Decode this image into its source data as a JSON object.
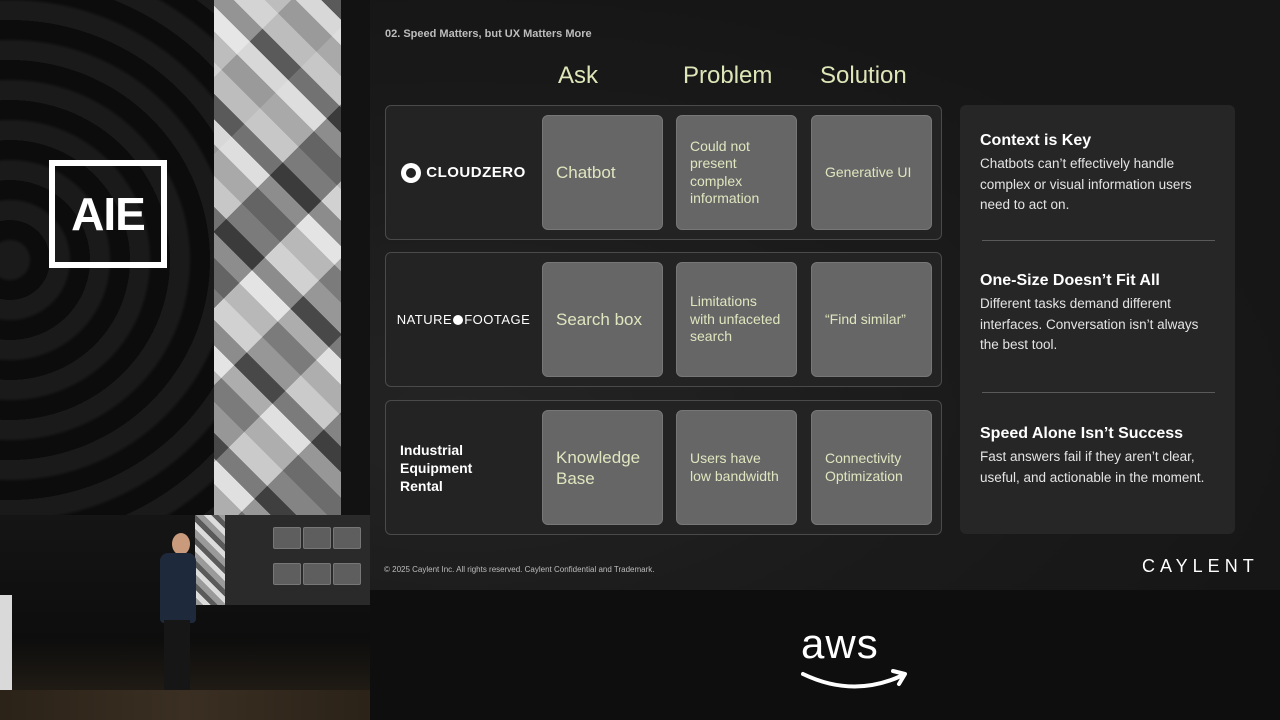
{
  "left_panel": {
    "logo_text": "AIE"
  },
  "slide": {
    "header": "02. Speed Matters, but UX Matters More",
    "columns": [
      "Ask",
      "Problem",
      "Solution"
    ],
    "rows": [
      {
        "brand": "CLOUDZERO",
        "ask": "Chatbot",
        "problem": "Could not present complex information",
        "solution": "Generative UI"
      },
      {
        "brand_part1": "NATURE",
        "brand_part2": "FOOTAGE",
        "ask": "Search box",
        "problem": "Limitations with unfaceted search",
        "solution": "“Find similar”"
      },
      {
        "brand": "Industrial Equipment Rental",
        "ask": "Knowledge Base",
        "problem": "Users have low bandwidth",
        "solution": "Connectivity Optimization"
      }
    ],
    "points": [
      {
        "title": "Context is Key",
        "desc": "Chatbots can’t effectively handle complex or visual information users need to act on."
      },
      {
        "title": "One-Size Doesn’t Fit All",
        "desc": "Different tasks demand different interfaces. Conversation isn’t always the best tool."
      },
      {
        "title": "Speed Alone Isn’t Success",
        "desc": "Fast answers fail if they aren’t clear, useful, and actionable in the moment."
      }
    ],
    "footer": "© 2025 Caylent Inc. All rights reserved. Caylent Confidential and Trademark.",
    "brand_logo": "CAYLENT"
  },
  "bottom": {
    "sponsor_logo": "aws"
  },
  "colors": {
    "accent_text": "#dfe6bf",
    "cell_bg": "#666666",
    "card_bg": "#232323"
  }
}
